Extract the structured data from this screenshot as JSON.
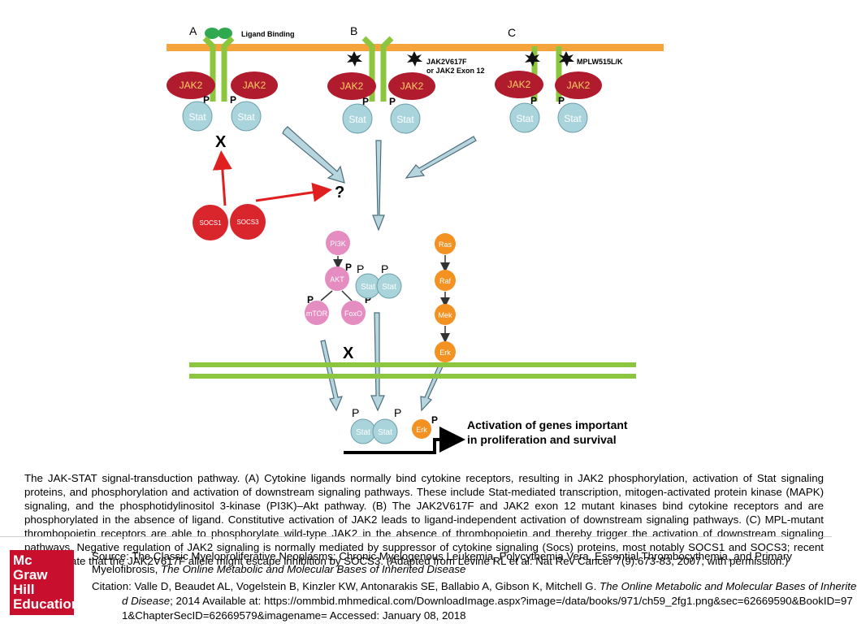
{
  "diagram": {
    "panel_labels": [
      "A",
      "B",
      "C"
    ],
    "annotations": {
      "ligand": "Ligand Binding",
      "mut_b_line1": "JAK2V617F",
      "mut_b_line2": "or JAK2 Exon 12",
      "mut_c": "MPLW515L/K"
    },
    "labels": {
      "jak2": "JAK2",
      "stat": "Stat",
      "p": "P",
      "x": "X",
      "question": "?",
      "socs1": "SOCS1",
      "socs3": "SOCS3",
      "pi3k": "PI3K",
      "akt": "AKT",
      "mtor": "mTOR",
      "foxo": "FoxO",
      "ras": "Ras",
      "raf": "Raf",
      "mek": "Mek",
      "erk": "Erk",
      "activation_line1": "Activation of genes important",
      "activation_line2": "in proliferation and survival"
    },
    "colors": {
      "membrane": "#f5a43c",
      "receptor": "#8cc63f",
      "jak2": "#b01c2e",
      "stat": "#aad4dc",
      "ligand": "#2fa84f",
      "socs": "#d9262c",
      "pi3k_pathway": "#e58cc0",
      "mapk_pathway": "#f39121",
      "nuclear_membrane": "#8cc63f",
      "arrow_fill": "#b7d5df"
    }
  },
  "caption": {
    "text": "The JAK-STAT signal-transduction pathway. (A) Cytokine ligands normally bind cytokine receptors, resulting in JAK2 phosphorylation, activation of Stat signaling proteins, and phosphorylation and activation of downstream signaling pathways. These include Stat-mediated transcription, mitogen-activated protein kinase (MAPK) signaling, and the phosphotidylinositol 3-kinase (PI3K)–Akt pathway. (B) The JAK2V617F and JAK2 exon 12 mutant kinases bind cytokine receptors and are phosphorylated in the absence of ligand. Constitutive activation of JAK2 leads to ligand-independent activation of downstream signaling pathways. (C) MPL-mutant thrombopoietin receptors are able to phosphorylate wild-type JAK2 in the absence of thrombopoietin and thereby trigger the activation of downstream signaling pathways. Negative regulation of JAK2 signaling is normally mediated by suppressor of cytokine signaling (Socs) proteins, most notably SOCS1 and SOCS3; recent data indicate that the JAK2V617F allele might escape inhibition by SOCS3. (Adapted from Levine RL et al: Nat Rev Cancer 7(9):673-83, 2007, with permission.)"
  },
  "footer": {
    "logo": [
      "Mc",
      "Graw",
      "Hill",
      "Education"
    ],
    "source_prefix": "Source: The Classic Myeloproliferative Neoplasms: Chronic Myelogenous Leukemia, Polycythemia Vera, Essential Thrombocythemia, and Primary Myelofibrosis, ",
    "source_book": "The Online Metabolic and Molecular Bases of Inherited Disease",
    "citation_prefix": "Citation: Valle D, Beaudet AL, Vogelstein B, Kinzler KW, Antonarakis SE, Ballabio A, Gibson K, Mitchell G. ",
    "citation_book": "The Online Metabolic and Molecular Bases of Inherited Disease",
    "citation_suffix": "; 2014 Available at: https://ommbid.mhmedical.com/DownloadImage.aspx?image=/data/books/971/ch59_2fg1.png&sec=62669590&BookID=971&ChapterSecID=62669579&imagename= Accessed: January 08, 2018"
  }
}
